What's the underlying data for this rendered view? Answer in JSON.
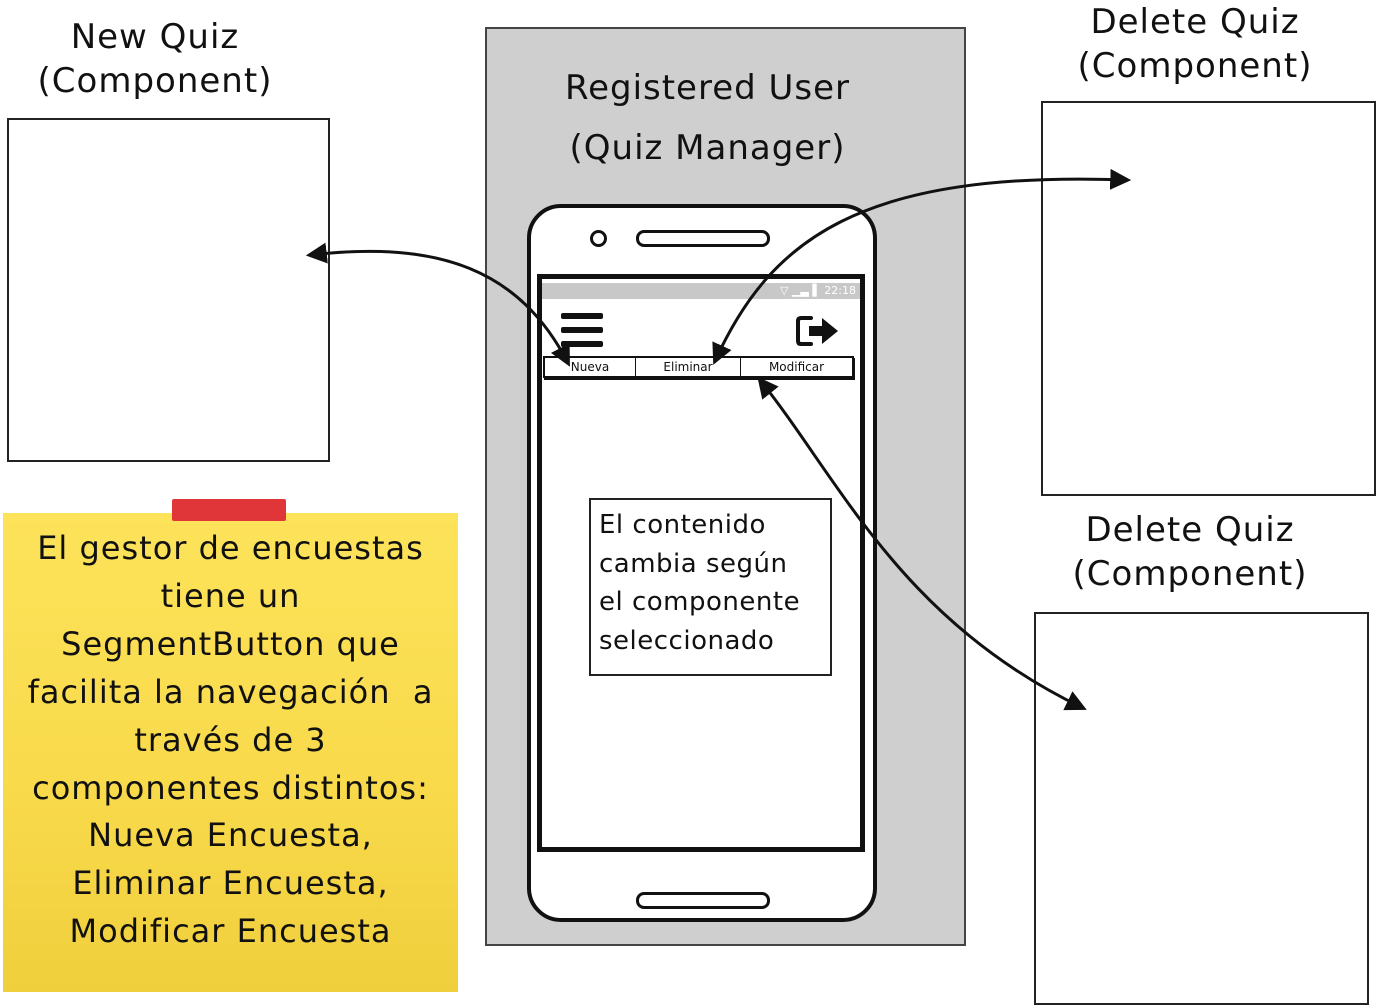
{
  "new_quiz": {
    "title_line1": "New Quiz",
    "title_line2": "(Component)"
  },
  "delete_quiz_top": {
    "title_line1": "Delete Quiz",
    "title_line2": "(Component)"
  },
  "delete_quiz_bottom": {
    "title_line1": "Delete Quiz",
    "title_line2": "(Component)"
  },
  "registered_user": {
    "title_line1": "Registered User",
    "title_line2": "(Quiz Manager)"
  },
  "phone": {
    "status_time": "22:18",
    "segments": [
      "Nueva",
      "Eliminar",
      "Modificar"
    ],
    "content_note": [
      "El contenido",
      "cambia según",
      "el componente",
      "seleccionado"
    ]
  },
  "sticky_note": {
    "lines": [
      "El gestor de encuestas",
      "tiene un",
      "SegmentButton que",
      "facilita la navegación  a",
      "través de 3",
      "componentes distintos:",
      "Nueva Encuesta,",
      "Eliminar Encuesta,",
      "Modificar Encuesta"
    ],
    "note_color": "#fde35a",
    "tape_color": "#e0363a"
  },
  "colors": {
    "panel_bg": "#cfcfcf",
    "ink": "#111111"
  }
}
